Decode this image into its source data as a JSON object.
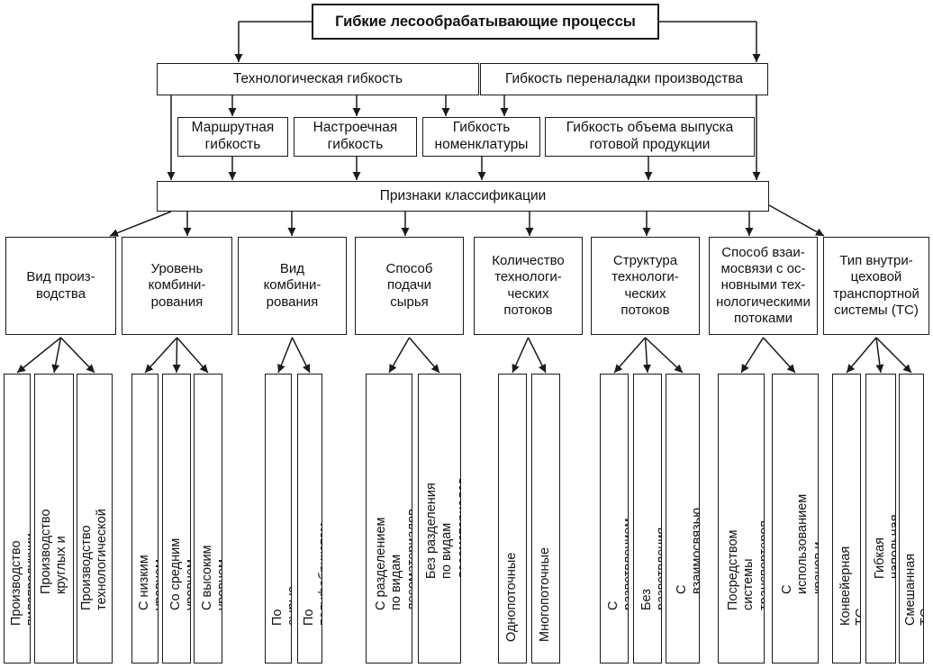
{
  "title": "Гибкие лесообрабатывающие процессы",
  "tech_flex": "Технологическая гибкость",
  "changeover_flex": "Гибкость переналадки производства",
  "sub": {
    "route": "Маршрутная\nгибкость",
    "setup": "Настроечная\nгибкость",
    "nomenclature": "Гибкость\nноменклатуры",
    "volume": "Гибкость объема выпуска\nготовой продукции"
  },
  "classification": "Признаки классификации",
  "categories": [
    {
      "label": "Вид произ-\nводства",
      "items": [
        "Производство пилопродукции",
        "Производство круглых и колотых\nлесоматериалов",
        "Производство технологической\nщепы и стружки"
      ]
    },
    {
      "label": "Уровень\nкомбини-\nрования",
      "items": [
        "С низким уровнем комбинирования",
        "Со средним уровнем комбинирования",
        "С высоким уровнем комбинирования"
      ]
    },
    {
      "label": "Вид\nкомбини-\nрования",
      "items": [
        "По сырью",
        "По полуфабрикатам"
      ]
    },
    {
      "label": "Способ\nподачи\nсырья",
      "items": [
        "С разделением по видам\nлесоматериалов",
        "Без разделения по видам\nлесоматериалов (смешанная подача)"
      ]
    },
    {
      "label": "Количество\nтехнологи-\nческих\nпотоков",
      "items": [
        "Однопоточные",
        "Многопоточные"
      ]
    },
    {
      "label": "Структура\nтехнологи-\nческих\nпотоков",
      "items": [
        "С разветвлением потоков",
        "Без разветвления потоков",
        "С взаимосвязью между потоками"
      ]
    },
    {
      "label": "Способ взаи-\nмосвязи с ос-\nновными тех-\nнологическими\nпотоками",
      "items": [
        "Посредством системы\nтранспортеров",
        "С использованием кранов и\nавтопогрузчиков"
      ]
    },
    {
      "label": "Тип внутри-\nцеховой\nтранспортной\nсистемы (ТС)",
      "items": [
        "Конвейерная ТС",
        "Гибкая напольная или подвесная ТС",
        "Смешанная ТС"
      ]
    }
  ]
}
